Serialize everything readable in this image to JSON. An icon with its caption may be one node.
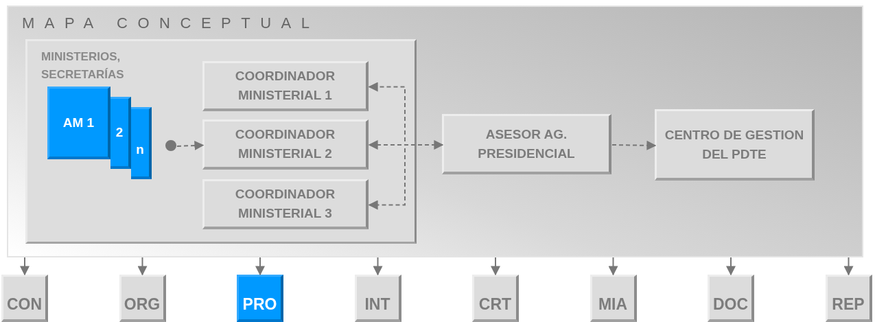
{
  "diagram": {
    "nodes": [
      {
        "text": [
          "MAPA CONCEPTUAL"
        ]
      },
      {
        "text": [
          "MINISTERIOS, SECRETARÍAS"
        ],
        "in": 0
      },
      {
        "text": [
          "AM 1"
        ],
        "in": 1
      },
      {
        "text": [
          "2"
        ],
        "in": 1
      },
      {
        "text": [
          "n"
        ],
        "in": 1
      },
      {
        "text": [],
        "shape": "circle",
        "in": 1
      },
      {
        "text": [
          "COORDINADOR MINISTERIAL 1"
        ],
        "in": 1
      },
      {
        "text": [
          "COORDINADOR MINISTERIAL 2"
        ],
        "in": 1
      },
      {
        "text": [
          "COORDINADOR MINISTERIAL 3"
        ],
        "in": 1
      },
      {
        "text": [
          "ASESOR AG. PRESIDENCIAL"
        ],
        "in": 0
      },
      {
        "text": [
          "CENTRO DE GESTION DEL PDTE"
        ],
        "in": 0
      },
      {
        "text": [
          "CON"
        ]
      },
      {
        "text": [
          "ORG"
        ]
      },
      {
        "text": [
          "PRO"
        ]
      },
      {
        "text": [
          "INT"
        ]
      },
      {
        "text": [
          "CRT"
        ]
      },
      {
        "text": [
          "MIA"
        ]
      },
      {
        "text": [
          "DOC"
        ]
      },
      {
        "text": [
          "REP"
        ]
      }
    ],
    "edges": [
      {
        "from": 5,
        "to": 7,
        "arrow": "to",
        "style": "dashed"
      },
      {
        "from": 9,
        "to": 6,
        "arrow": "to",
        "style": "dashed"
      },
      {
        "from": 9,
        "to": 7,
        "arrow": "both",
        "style": "dashed"
      },
      {
        "from": 9,
        "to": 8,
        "arrow": "to",
        "style": "dashed"
      },
      {
        "from": 9,
        "to": 10,
        "arrow": "to",
        "style": "dashed"
      },
      {
        "from": 0,
        "to": 11,
        "arrow": "to"
      },
      {
        "from": 0,
        "to": 12,
        "arrow": "to"
      },
      {
        "from": 0,
        "to": 13,
        "arrow": "to"
      },
      {
        "from": 0,
        "to": 14,
        "arrow": "to"
      },
      {
        "from": 0,
        "to": 15,
        "arrow": "to"
      },
      {
        "from": 0,
        "to": 16,
        "arrow": "to"
      },
      {
        "from": 0,
        "to": 17,
        "arrow": "to"
      },
      {
        "from": 0,
        "to": 18,
        "arrow": "to"
      }
    ]
  }
}
